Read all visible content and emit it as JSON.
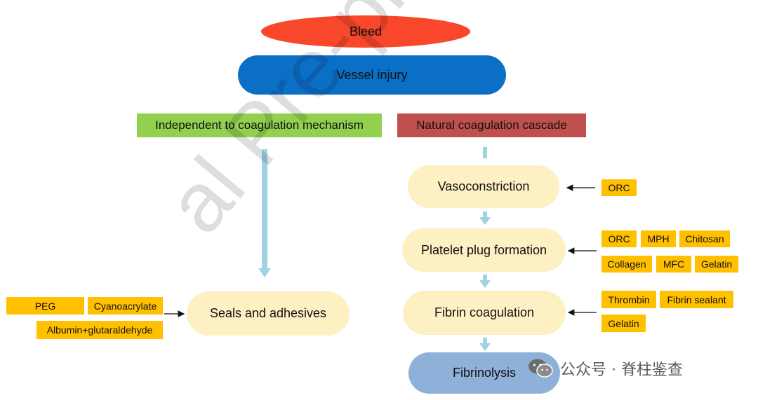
{
  "top": {
    "bleed": "Bleed",
    "vessel_injury": "Vessel injury"
  },
  "left_branch": {
    "header": "Independent to coagulation mechanism",
    "node": "Seals and adhesives",
    "materials": [
      "PEG",
      "Cyanoacrylate",
      "Albumin+glutaraldehyde"
    ]
  },
  "right_branch": {
    "header": "Natural coagulation cascade",
    "steps": [
      {
        "label": "Vasoconstriction",
        "materials": [
          "ORC"
        ]
      },
      {
        "label": "Platelet plug formation",
        "materials": [
          "ORC",
          "MPH",
          "Chitosan",
          "Collagen",
          "MFC",
          "Gelatin"
        ]
      },
      {
        "label": "Fibrin coagulation",
        "materials": [
          "Thrombin",
          "Fibrin sealant",
          "Gelatin"
        ]
      },
      {
        "label": "Fibrinolysis",
        "materials": []
      }
    ]
  },
  "watermark": "al Pre-proof",
  "footer": {
    "brand_text": "公众号 · 脊柱鉴查"
  },
  "colors": {
    "bleed": "#f9472b",
    "vessel": "#0c6fc6",
    "green_box": "#92d050",
    "red_box": "#c0504d",
    "pill": "#fdf0c3",
    "fibrinolysis": "#8fb0d8",
    "tag": "#ffc000",
    "arrow": "#9dd3e3"
  }
}
